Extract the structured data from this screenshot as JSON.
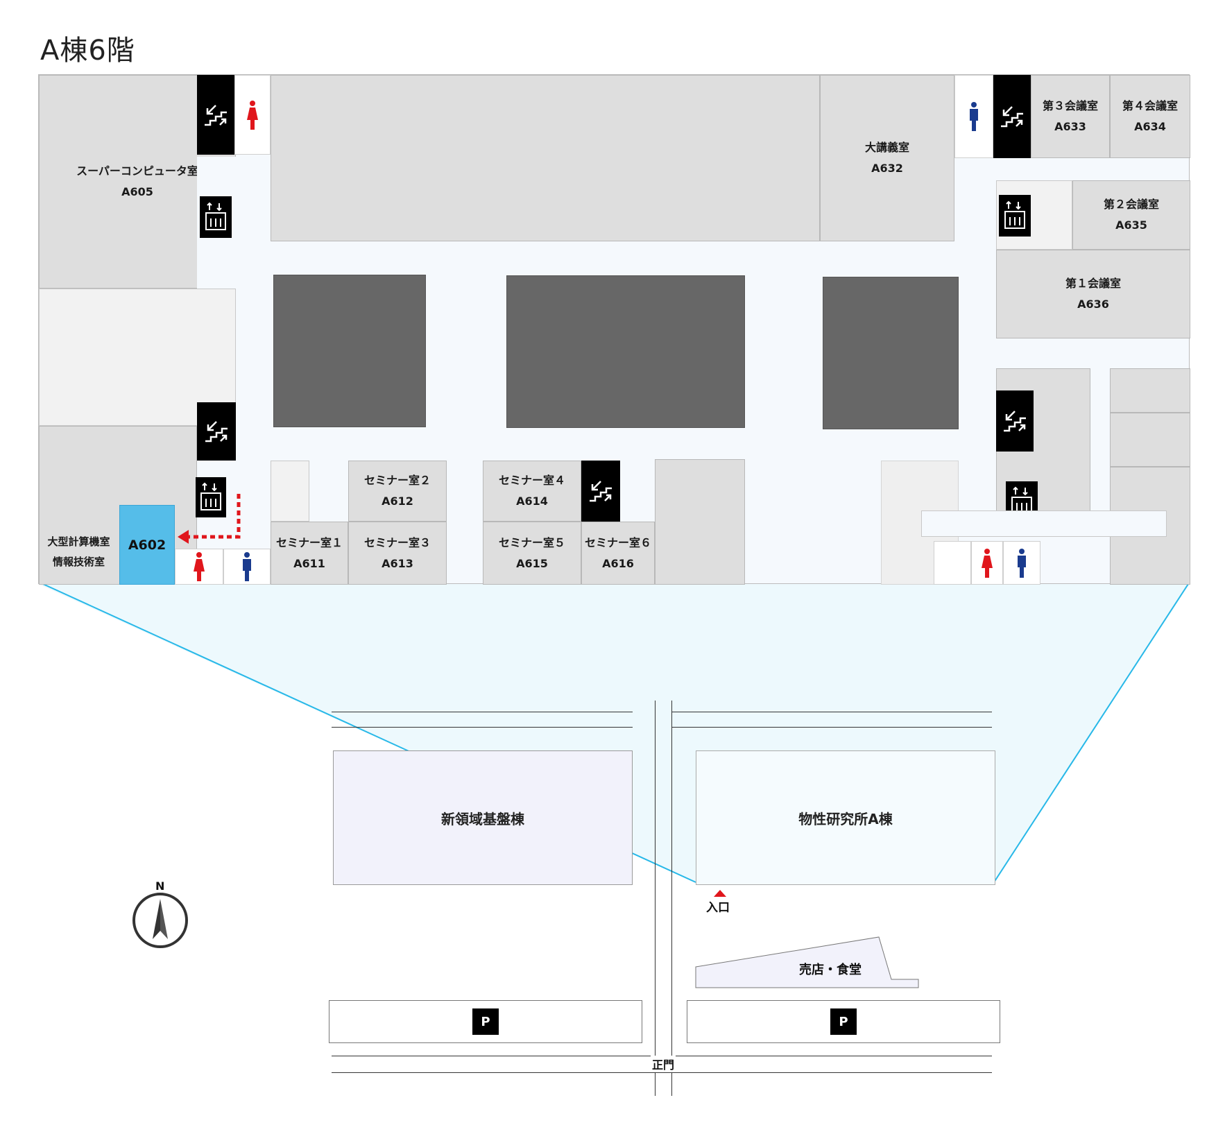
{
  "floor_title": "A棟6階",
  "rooms": {
    "supercomputer": {
      "name": "スーパーコンピュータ室",
      "number": "A605"
    },
    "lecture_hall": {
      "name": "大講義室",
      "number": "A632"
    },
    "conf3": {
      "name": "第３会議室",
      "number": "A633"
    },
    "conf4": {
      "name": "第４会議室",
      "number": "A634"
    },
    "conf2": {
      "name": "第２会議室",
      "number": "A635"
    },
    "conf1": {
      "name": "第１会議室",
      "number": "A636"
    },
    "seminar1": {
      "name": "セミナー室１",
      "number": "A611"
    },
    "seminar2": {
      "name": "セミナー室２",
      "number": "A612"
    },
    "seminar3": {
      "name": "セミナー室３",
      "number": "A613"
    },
    "seminar4": {
      "name": "セミナー室４",
      "number": "A614"
    },
    "seminar5": {
      "name": "セミナー室５",
      "number": "A615"
    },
    "seminar6": {
      "name": "セミナー室６",
      "number": "A616"
    },
    "large_computer": {
      "line1": "大型計算機室",
      "line2": "情報技術室"
    },
    "target": {
      "number": "A602"
    }
  },
  "campus": {
    "building_left": "新領域基盤棟",
    "building_right": "物性研究所A棟",
    "entrance": "入口",
    "shop": "売店・食堂",
    "parking": "P",
    "main_gate": "正門",
    "north": "N"
  },
  "colors": {
    "highlight_room": "#55bde9",
    "route_arrow": "#e0161c",
    "callout_line": "#27b8e8",
    "female_wc": "#e0161c",
    "male_wc": "#1a3b8e"
  },
  "icons": [
    "stairs-icon",
    "elevator-icon",
    "female-restroom-icon",
    "male-restroom-icon",
    "north-compass-icon",
    "route-arrow"
  ]
}
